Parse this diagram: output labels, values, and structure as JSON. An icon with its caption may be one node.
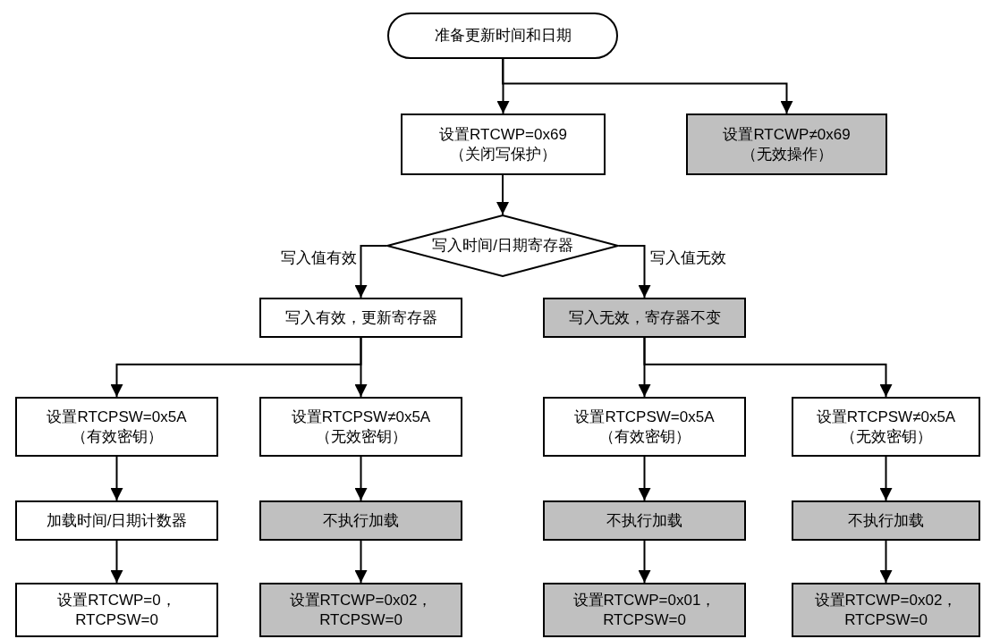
{
  "diagram": {
    "nodes": [
      {
        "text": [
          "准备更新时间和日期"
        ]
      },
      {
        "text": [
          "设置RTCWP=0x69",
          "（关闭写保护）"
        ]
      },
      {
        "text": [
          "设置RTCWP≠0x69",
          "（无效操作）"
        ]
      },
      {
        "text": [
          "写入时间/日期寄存器"
        ]
      },
      {
        "text": [
          "写入有效，更新寄存器"
        ]
      },
      {
        "text": [
          "写入无效，寄存器不变"
        ]
      },
      {
        "text": [
          "设置RTCPSW=0x5A",
          "（有效密钥）"
        ]
      },
      {
        "text": [
          "设置RTCPSW≠0x5A",
          "（无效密钥）"
        ]
      },
      {
        "text": [
          "设置RTCPSW=0x5A",
          "（有效密钥）"
        ]
      },
      {
        "text": [
          "设置RTCPSW≠0x5A",
          "（无效密钥）"
        ]
      },
      {
        "text": [
          "加载时间/日期计数器"
        ]
      },
      {
        "text": [
          "不执行加载"
        ]
      },
      {
        "text": [
          "不执行加载"
        ]
      },
      {
        "text": [
          "不执行加载"
        ]
      },
      {
        "text": [
          "设置RTCWP=0， RTCPSW=0"
        ]
      },
      {
        "text": [
          "设置RTCWP=0x02， RTCPSW=0"
        ]
      },
      {
        "text": [
          "设置RTCWP=0x01， RTCPSW=0"
        ]
      },
      {
        "text": [
          "设置RTCWP=0x02， RTCPSW=0"
        ]
      }
    ],
    "edges": [
      {
        "from": 0,
        "to": 1,
        "arrow": "to"
      },
      {
        "from": 0,
        "to": 2,
        "arrow": "to"
      },
      {
        "from": 1,
        "to": 3,
        "arrow": "to"
      },
      {
        "from": 3,
        "to": 4,
        "arrow": "to",
        "label": "写入值有效"
      },
      {
        "from": 3,
        "to": 5,
        "arrow": "to",
        "label": "写入值无效"
      },
      {
        "from": 4,
        "to": 6,
        "arrow": "to"
      },
      {
        "from": 4,
        "to": 7,
        "arrow": "to"
      },
      {
        "from": 5,
        "to": 8,
        "arrow": "to"
      },
      {
        "from": 5,
        "to": 9,
        "arrow": "to"
      },
      {
        "from": 6,
        "to": 10,
        "arrow": "to"
      },
      {
        "from": 10,
        "to": 14,
        "arrow": "to"
      },
      {
        "from": 7,
        "to": 11,
        "arrow": "to"
      },
      {
        "from": 11,
        "to": 15,
        "arrow": "to"
      },
      {
        "from": 8,
        "to": 12,
        "arrow": "to"
      },
      {
        "from": 12,
        "to": 16,
        "arrow": "to"
      },
      {
        "from": 9,
        "to": 13,
        "arrow": "to"
      },
      {
        "from": 13,
        "to": 17,
        "arrow": "to"
      }
    ]
  }
}
